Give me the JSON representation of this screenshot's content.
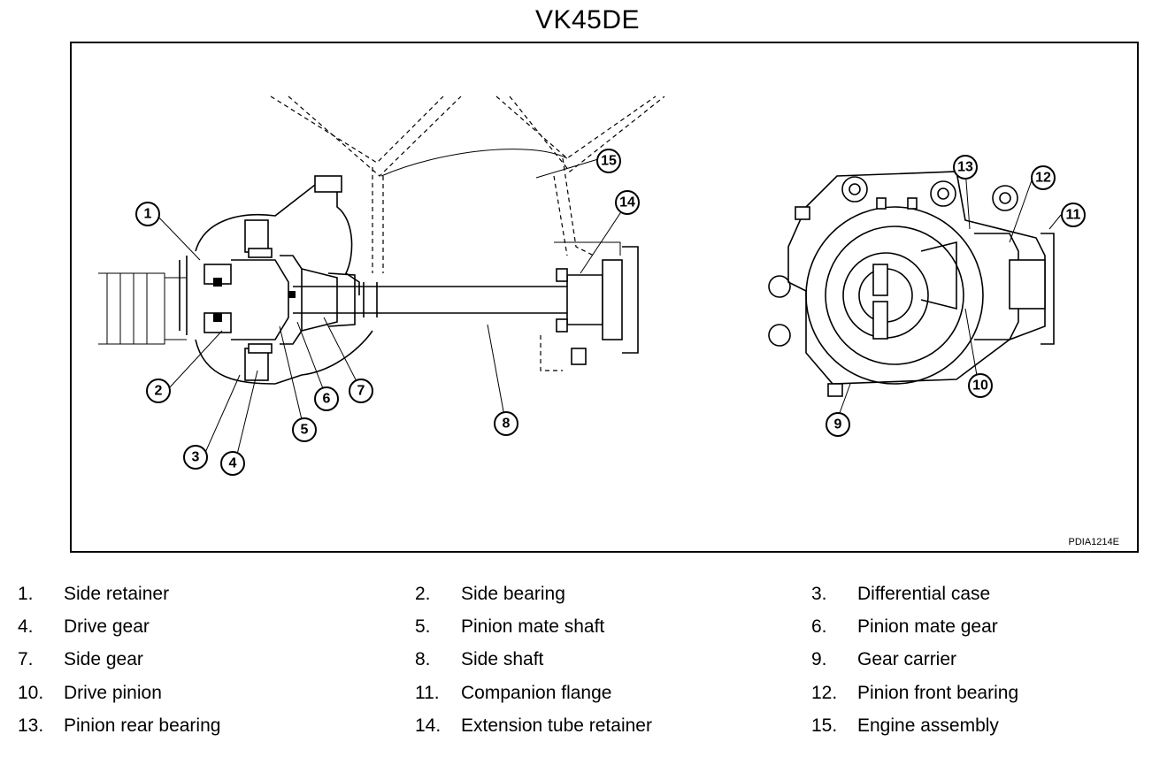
{
  "title": "VK45DE",
  "figure_ref": "PDIA1214E",
  "callouts": [
    "1",
    "2",
    "3",
    "4",
    "5",
    "6",
    "7",
    "8",
    "9",
    "10",
    "11",
    "12",
    "13",
    "14",
    "15"
  ],
  "legend": [
    {
      "num": "1.",
      "label": "Side retainer"
    },
    {
      "num": "2.",
      "label": "Side bearing"
    },
    {
      "num": "3.",
      "label": "Differential case"
    },
    {
      "num": "4.",
      "label": "Drive gear"
    },
    {
      "num": "5.",
      "label": "Pinion mate shaft"
    },
    {
      "num": "6.",
      "label": "Pinion mate gear"
    },
    {
      "num": "7.",
      "label": "Side gear"
    },
    {
      "num": "8.",
      "label": "Side shaft"
    },
    {
      "num": "9.",
      "label": "Gear carrier"
    },
    {
      "num": "10.",
      "label": "Drive pinion"
    },
    {
      "num": "11.",
      "label": "Companion flange"
    },
    {
      "num": "12.",
      "label": "Pinion front bearing"
    },
    {
      "num": "13.",
      "label": "Pinion rear bearing"
    },
    {
      "num": "14.",
      "label": "Extension tube retainer"
    },
    {
      "num": "15.",
      "label": "Engine assembly"
    }
  ]
}
